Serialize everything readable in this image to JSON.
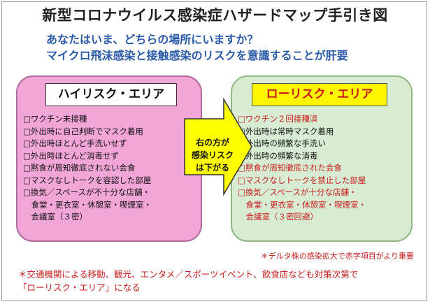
{
  "title": "新型コロナウイルス感染症ハザードマップ手引き図",
  "subtitle1": "あなたはいま、どちらの場所にいますか？",
  "subtitle2": "マイクロ飛沫感染と接触感染のリスクを意識することが肝要",
  "high_risk": {
    "label": "ハイリスク・エリア",
    "items": [
      "□ワクチン未接種",
      "□外出時に自己判断でマスク着用",
      "□外出時ほとんど手洗いせず",
      "□外出時ほとんど消毒せず",
      "□黙食が周知徹底されない会食",
      "□マスクなしトークを容認した部屋",
      "□換気／スペースが不十分な店舗・",
      "　食堂・更衣室・休憩室・喫煙室・",
      "　会議室（３密）"
    ]
  },
  "arrow": {
    "line1": "右の方が",
    "line2": "感染リスク",
    "line3": "は下がる"
  },
  "low_risk": {
    "label": "ローリスク・エリア",
    "items": [
      "□ワクチン２回接種済",
      "□外出時は常時マスク着用",
      "□外出時の頻繁な手洗い",
      "□外出時の頻繁な消毒",
      "□黙食が周知徹底された会食",
      "□マスクなしトークを禁止した部屋",
      "□換気／スペースが十分な店舗・",
      "　食堂・更衣室・休憩室・喫煙室・",
      "　会議室（３密回避）"
    ],
    "red_indices": [
      0,
      4,
      5,
      6,
      7,
      8
    ]
  },
  "note_right": "＊デルタ株の感染拡大で赤字項目がより重要",
  "note_bottom_line1": "＊交通機関による移動、観光、エンタメ／スポーツイベント、飲食店なども対策次第で",
  "note_bottom_line2": "「ローリスク・エリア」になる",
  "colors": {
    "high_bg": "#f2a6d8",
    "low_bg": "#d7ecd2",
    "arrow": "#ffff00",
    "accent_red": "#c81c1c",
    "subtitle_blue": "#2a5aa8"
  }
}
